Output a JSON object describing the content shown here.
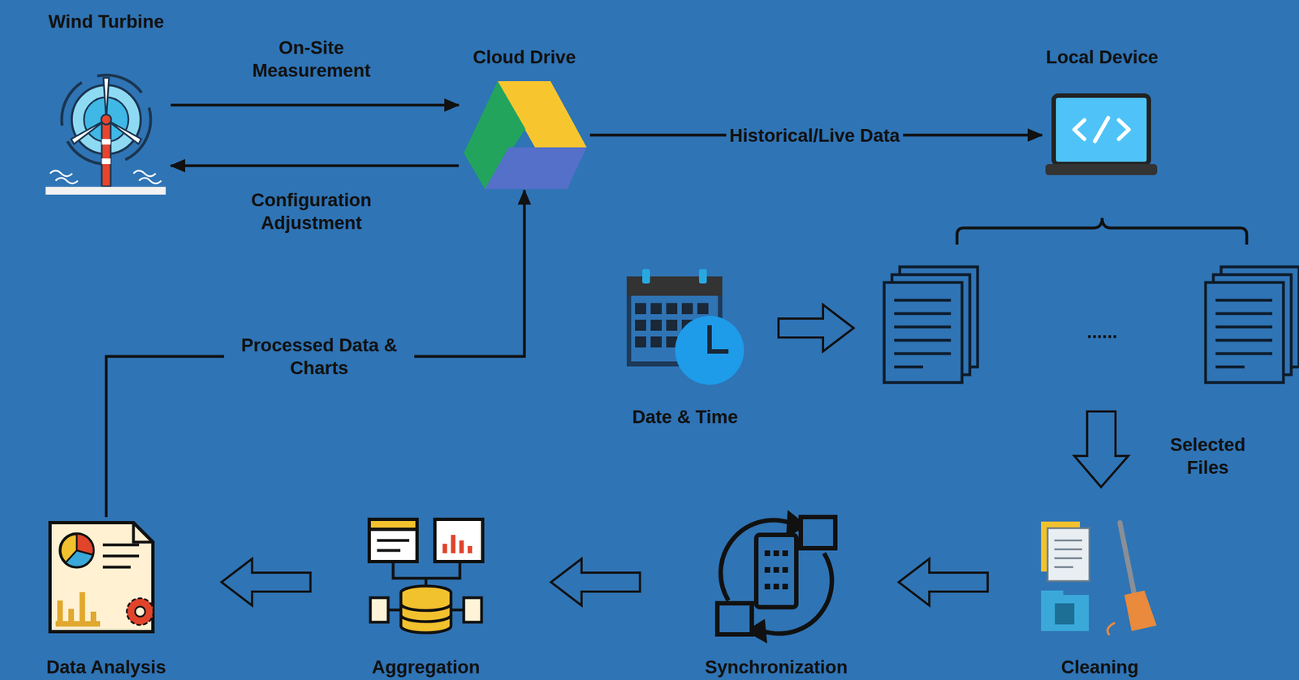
{
  "diagram": {
    "nodes": [
      {
        "text": [
          "Wind Turbine"
        ]
      },
      {
        "text": [
          "Cloud Drive"
        ]
      },
      {
        "text": [
          "Local Device"
        ]
      },
      {
        "text": [
          "Date & Time"
        ]
      },
      {
        "text": [
          "Cleaning"
        ]
      },
      {
        "text": [
          "Synchronization"
        ]
      },
      {
        "text": [
          "Aggregation"
        ]
      },
      {
        "text": [
          "Data Analysis"
        ]
      }
    ],
    "edges": [
      {
        "from": 0,
        "to": 1,
        "label": "On-Site Measurement",
        "arrow": "to"
      },
      {
        "from": 1,
        "to": 0,
        "label": "Configuration Adjustment",
        "arrow": "to"
      },
      {
        "from": 1,
        "to": 2,
        "label": "Historical/Live Data",
        "arrow": "to"
      },
      {
        "from": 4,
        "to": 5,
        "arrow": "to"
      },
      {
        "from": 5,
        "to": 6,
        "arrow": "to"
      },
      {
        "from": 6,
        "to": 7,
        "arrow": "to"
      },
      {
        "from": 7,
        "to": 1,
        "label": "Processed Data & Charts",
        "arrow": "to"
      }
    ],
    "labels": [
      "......",
      "Selected Files"
    ]
  }
}
